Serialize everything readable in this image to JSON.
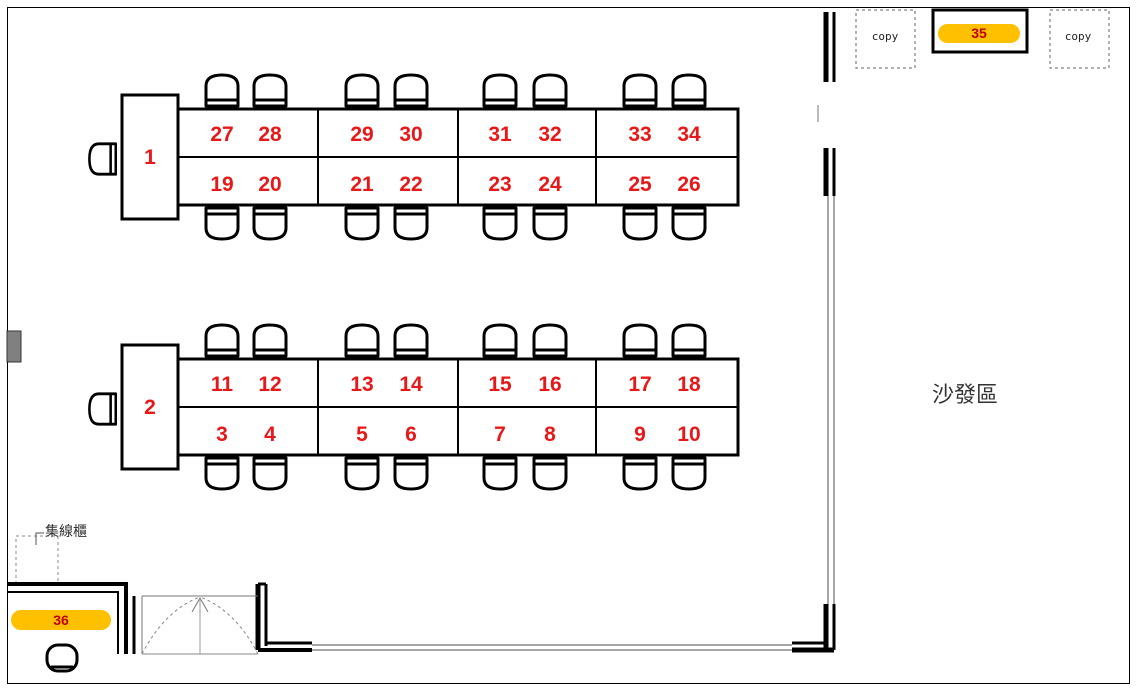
{
  "floor_plan": {
    "front_seats": [
      {
        "number": "1",
        "block": "upper"
      },
      {
        "number": "2",
        "block": "lower"
      }
    ],
    "upper_block": {
      "top_row": [
        "27",
        "28",
        "29",
        "30",
        "31",
        "32",
        "33",
        "34"
      ],
      "bottom_row": [
        "19",
        "20",
        "21",
        "22",
        "23",
        "24",
        "25",
        "26"
      ]
    },
    "lower_block": {
      "top_row": [
        "11",
        "12",
        "13",
        "14",
        "15",
        "16",
        "17",
        "18"
      ],
      "bottom_row": [
        "3",
        "4",
        "5",
        "6",
        "7",
        "8",
        "9",
        "10"
      ]
    },
    "special_seats": [
      {
        "number": "35",
        "location": "top-right desk"
      },
      {
        "number": "36",
        "location": "bottom-left desk"
      }
    ],
    "labels": {
      "copy_left": "copy",
      "copy_right": "copy",
      "sofa_area": "沙發區",
      "cable_cabinet": "集線櫃"
    },
    "colors": {
      "seat_number": "#e81818",
      "badge_fill": "#ffc000",
      "badge_text": "#c00000",
      "wall": "#000000"
    }
  }
}
